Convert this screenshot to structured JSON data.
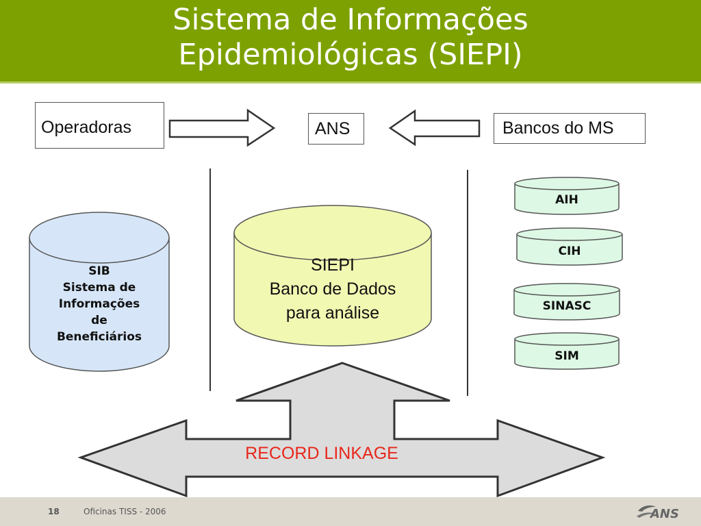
{
  "title": {
    "line1": "Sistema de Informações",
    "line2": "Epidemiológicas (SIEPI)"
  },
  "sources": {
    "left": "Operadoras",
    "center": "ANS",
    "right": "Bancos do MS"
  },
  "sib": {
    "lines": [
      "SIB",
      "Sistema de",
      "Informações",
      "de",
      "Beneficiários"
    ],
    "color": "#d6e6f8"
  },
  "siepi": {
    "lines": [
      "SIEPI",
      "Banco de Dados",
      "para análise"
    ],
    "color": "#f1f8b2"
  },
  "ms_databases": {
    "items": [
      "AIH",
      "CIH",
      "SINASC",
      "SIM"
    ],
    "color": "#ddf8e4"
  },
  "linkage": {
    "label": "RECORD LINKAGE",
    "label_color": "#e8261b",
    "arrow_color": "#dcdcdc"
  },
  "header_color": "#7da100",
  "footer": {
    "page_number": "18",
    "text": "Oficinas TISS - 2006",
    "logo_text": "ANS"
  }
}
